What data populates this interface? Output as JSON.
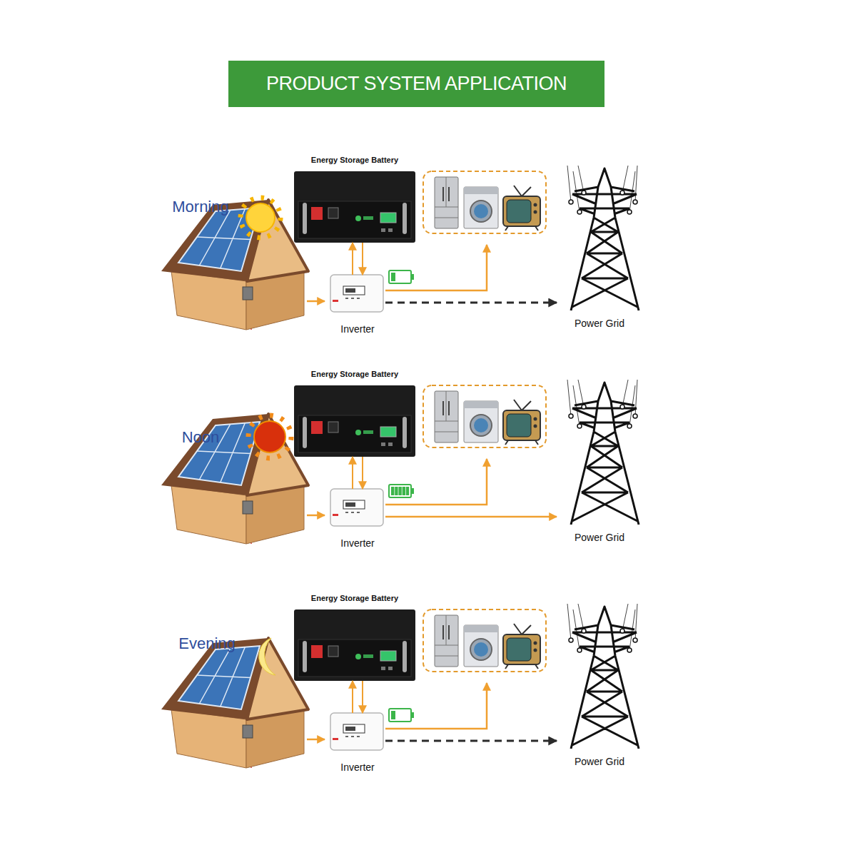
{
  "diagram": {
    "title": "PRODUCT SYSTEM APPLICATION",
    "nodes": [
      {
        "text": [
          "Energy Storage Battery"
        ]
      },
      {
        "text": [
          "Inverter"
        ]
      },
      {
        "text": [
          "Power Grid"
        ]
      },
      {
        "text": [
          "Energy Storage Battery"
        ]
      },
      {
        "text": [
          "Inverter"
        ]
      },
      {
        "text": [
          "Power Grid"
        ]
      },
      {
        "text": [
          "Energy Storage Battery"
        ]
      },
      {
        "text": [
          "Inverter"
        ]
      },
      {
        "text": [
          "Power Grid"
        ]
      }
    ],
    "edges": [
      {
        "from": 1,
        "to": 0,
        "arrow": "both"
      },
      {
        "from": 1,
        "to": 2,
        "arrow": "to"
      },
      {
        "from": 4,
        "to": 3,
        "arrow": "both"
      },
      {
        "from": 4,
        "to": 5,
        "arrow": "to"
      },
      {
        "from": 7,
        "to": 6,
        "arrow": "both"
      },
      {
        "from": 7,
        "to": 8,
        "arrow": "to"
      }
    ],
    "labels": [
      "Morning",
      "Noon",
      "Evening"
    ]
  }
}
